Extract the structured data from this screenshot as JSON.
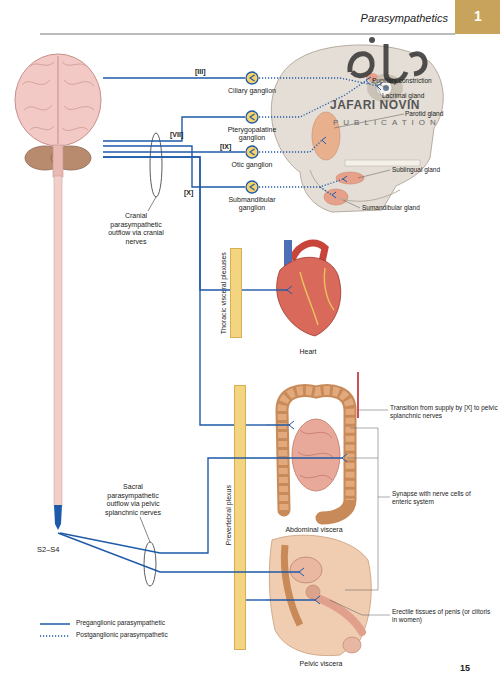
{
  "diagram": {
    "title": "Parasympathetics",
    "nodes": [
      {
        "text": [
          "Ciliary ganglion"
        ]
      },
      {
        "text": [
          "Pterygopalatine ganglion"
        ]
      },
      {
        "text": [
          "Otic ganglion"
        ]
      },
      {
        "text": [
          "Submandibular ganglion"
        ]
      },
      {
        "text": [
          "Thoracic visceral plexuses"
        ]
      },
      {
        "text": [
          "Heart"
        ]
      },
      {
        "text": [
          "Prevertebral plexus"
        ]
      },
      {
        "text": [
          "Abdominal viscera"
        ]
      },
      {
        "text": [
          "Pelvic viscera"
        ]
      },
      {
        "text": [
          "S2–S4"
        ]
      }
    ],
    "edges": [
      {
        "from": 9,
        "to": 0,
        "label": "[III]",
        "arrow": "none"
      },
      {
        "from": 9,
        "to": 1,
        "label": "[VII]",
        "arrow": "none"
      },
      {
        "from": 9,
        "to": 3,
        "arrow": "none"
      },
      {
        "from": 9,
        "to": 2,
        "label": "[IX]",
        "arrow": "none"
      },
      {
        "from": 9,
        "to": 4,
        "label": "[X]",
        "arrow": "none"
      },
      {
        "from": 9,
        "to": 6,
        "arrow": "none"
      },
      {
        "from": 4,
        "to": 5,
        "arrow": "none"
      },
      {
        "from": 6,
        "to": 7,
        "arrow": "none"
      },
      {
        "from": 9,
        "to": 7,
        "arrow": "none"
      },
      {
        "from": 9,
        "to": 8,
        "arrow": "none"
      },
      {
        "from": 6,
        "to": 8,
        "arrow": "none"
      }
    ],
    "labels": [
      "1",
      "JAFARI NOVIN",
      "PUBLICATION",
      "Pupillary constriction",
      "Lacrimal gland",
      "Parotid gland",
      "Sublingual gland",
      "Sumandibular gland",
      "Cranial parasympathetic outflow via cranial nerves",
      "Transition from supply by [X] to pelvic splanchnic nerves",
      "Synapse with nerve cells of enteric system",
      "Sacral parasympathetic outflow via pelvic splanchnic nerves",
      "Erectile tissues of penis (or clitoris in women)",
      "15"
    ],
    "legend": [
      {
        "text": "Preganglionic parasympathetic"
      },
      {
        "text": "Postganglionic parasympathetic"
      }
    ]
  }
}
